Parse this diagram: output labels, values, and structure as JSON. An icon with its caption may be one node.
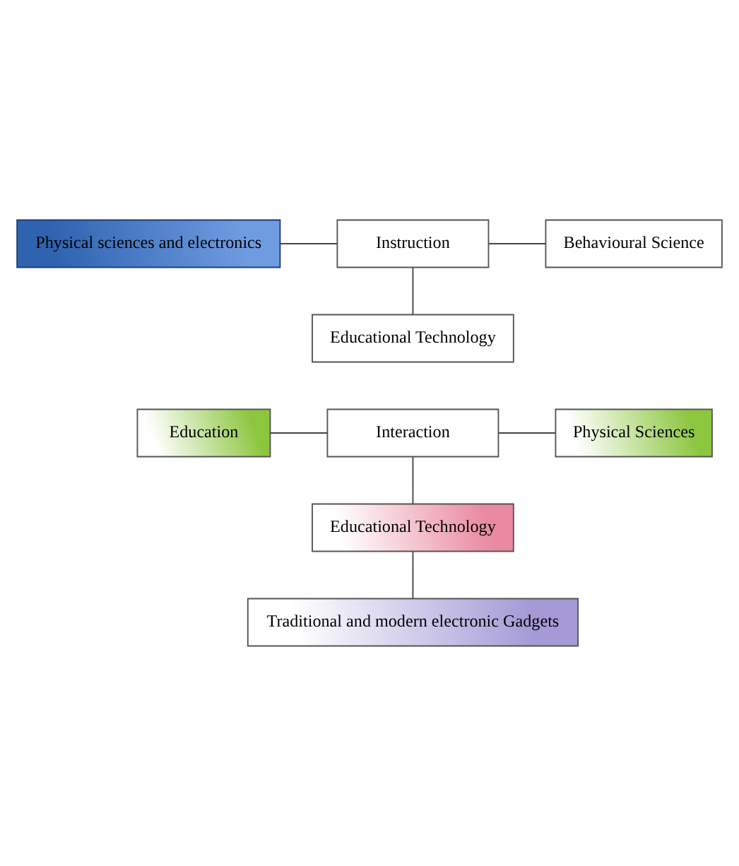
{
  "diagram": {
    "nodes": [
      {
        "text": [
          "Physical sciences and electronics"
        ]
      },
      {
        "text": [
          "Instruction"
        ]
      },
      {
        "text": [
          "Behavioural Science"
        ]
      },
      {
        "text": [
          "Educational Technology"
        ]
      },
      {
        "text": [
          "Education"
        ]
      },
      {
        "text": [
          "Interaction"
        ]
      },
      {
        "text": [
          "Physical Sciences"
        ]
      },
      {
        "text": [
          "Educational Technology"
        ]
      },
      {
        "text": [
          "Traditional and modern electronic Gadgets"
        ]
      }
    ],
    "edges": [
      {
        "from": 0,
        "to": 1,
        "arrow": "none"
      },
      {
        "from": 1,
        "to": 2,
        "arrow": "none"
      },
      {
        "from": 1,
        "to": 3,
        "arrow": "none"
      },
      {
        "from": 4,
        "to": 5,
        "arrow": "none"
      },
      {
        "from": 5,
        "to": 6,
        "arrow": "none"
      },
      {
        "from": 5,
        "to": 7,
        "arrow": "none"
      },
      {
        "from": 7,
        "to": 8,
        "arrow": "none"
      }
    ]
  }
}
